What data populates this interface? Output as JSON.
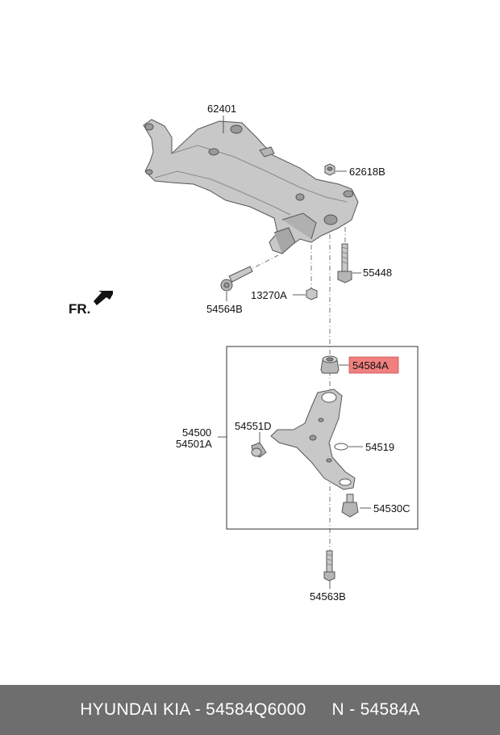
{
  "diagram": {
    "orientation_label": "FR.",
    "parts": {
      "subframe": "62401",
      "nut_top": "62618B",
      "bolt_right": "55448",
      "nut_small": "13270A",
      "bolt_left": "54564B",
      "bushing_highlight": "54584A",
      "arm_assembly_a": "54500",
      "arm_assembly_b": "54501A",
      "bushing_front": "54551D",
      "ring": "54519",
      "ball_joint": "54530C",
      "bolt_bottom": "54563B"
    },
    "colors": {
      "part_fill": "#c8c8c8",
      "part_dark": "#9a9a9a",
      "highlight": "#f08080",
      "footer": "#6e6e6e"
    }
  },
  "footer": {
    "brand_part": "HYUNDAI KIA - 54584Q6000",
    "ref": "N - 54584A"
  }
}
